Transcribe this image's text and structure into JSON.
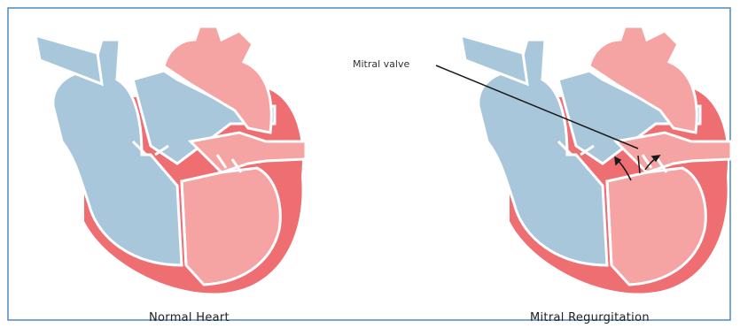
{
  "captions": {
    "left": "Normal Heart",
    "right": "Mitral Regurgitation"
  },
  "annotation": {
    "label": "Mitral valve"
  },
  "colors": {
    "frame": "#4d88c4",
    "deoxygenated": "#a9c7db",
    "oxygenated": "#f5a3a3",
    "muscle": "#ee6e72",
    "outline": "#ffffff",
    "arrow": "#1a1a1a"
  }
}
